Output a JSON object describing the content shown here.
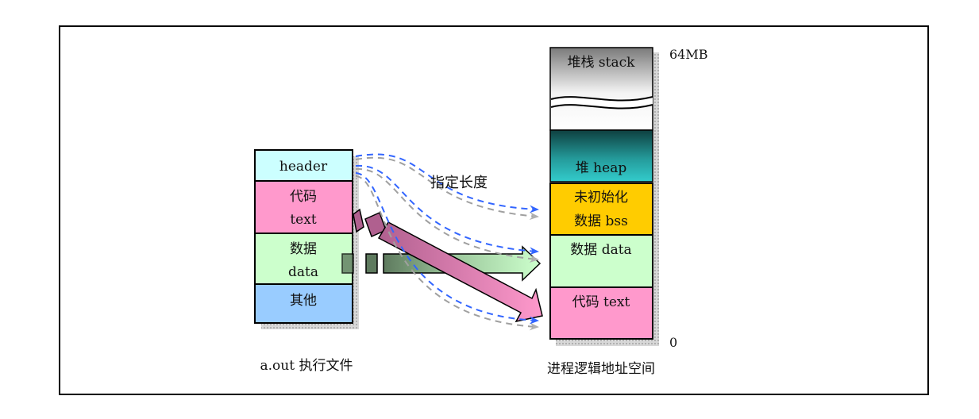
{
  "figure": {
    "left_column": {
      "caption": "a.out 执行文件",
      "segments": [
        {
          "id": "header",
          "lines": [
            "header"
          ],
          "color": "#ccffff"
        },
        {
          "id": "text",
          "lines": [
            "代码",
            "text"
          ],
          "color": "#ff99cc"
        },
        {
          "id": "data",
          "lines": [
            "数据",
            "data"
          ],
          "color": "#ccffcc"
        },
        {
          "id": "other",
          "lines": [
            "其他"
          ],
          "color": "#99ccff"
        }
      ]
    },
    "right_column": {
      "caption": "进程逻辑地址空间",
      "top_label": "64MB",
      "bottom_label": "0",
      "segments": [
        {
          "id": "stack",
          "lines": [
            "堆栈 stack"
          ],
          "color_top": "#808080",
          "color_bottom": "#ffffff"
        },
        {
          "id": "heap",
          "lines": [
            "堆 heap"
          ],
          "color_top": "#0e4040",
          "color_bottom": "#33cccc"
        },
        {
          "id": "bss",
          "lines": [
            "未初始化",
            "数据 bss"
          ],
          "color": "#ffcc00"
        },
        {
          "id": "data",
          "lines": [
            "数据 data"
          ],
          "color": "#ccffcc"
        },
        {
          "id": "text",
          "lines": [
            "代码 text"
          ],
          "color": "#ff99cc"
        }
      ]
    },
    "annotation": "指定长度",
    "mappings": [
      {
        "from": "header",
        "to": "bss",
        "style": "dashed"
      },
      {
        "from": "header",
        "to": "data",
        "style": "dashed"
      },
      {
        "from": "header",
        "to": "text",
        "style": "dashed"
      },
      {
        "from": "data",
        "to": "data",
        "style": "block-arrow",
        "color": "#ccffcc"
      },
      {
        "from": "text",
        "to": "text",
        "style": "block-arrow",
        "color": "#ff99cc"
      }
    ],
    "colors": {
      "dash_primary": "#3366ff",
      "dash_shadow": "#a0a0a0",
      "text_arrow_dark": "#b0608f",
      "data_arrow_dark": "#5e7a5e"
    }
  }
}
